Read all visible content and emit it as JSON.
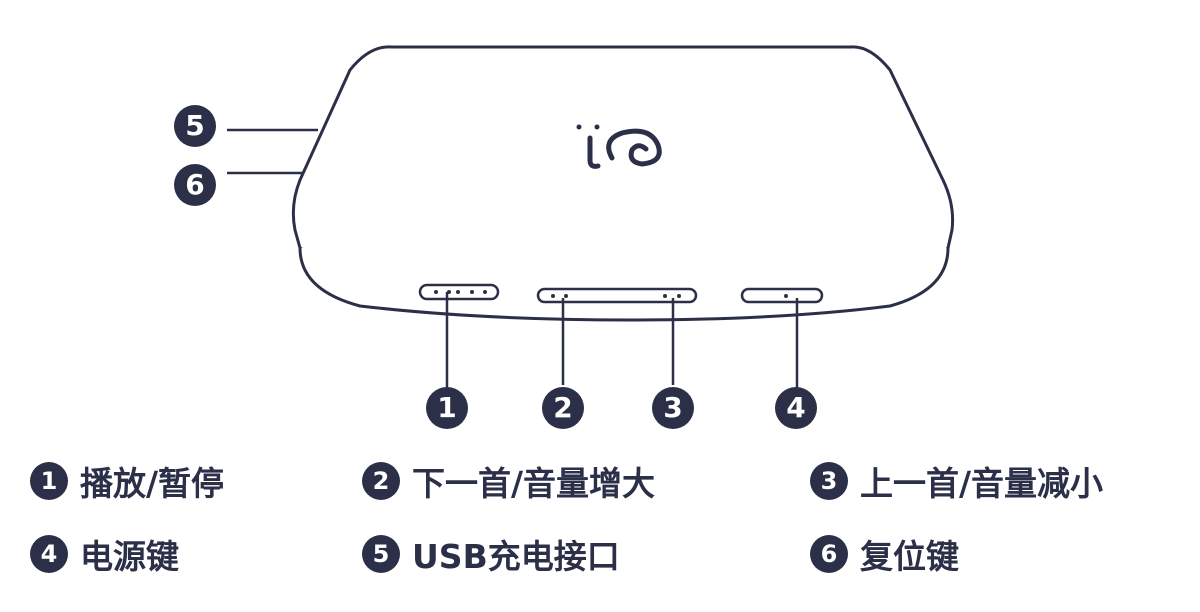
{
  "markers": {
    "m1": "1",
    "m2": "2",
    "m3": "3",
    "m4": "4",
    "m5": "5",
    "m6": "6"
  },
  "legend": [
    {
      "num": "1",
      "text": "播放/暂停"
    },
    {
      "num": "2",
      "text": "下一首/音量增大"
    },
    {
      "num": "3",
      "text": "上一首/音量减小"
    },
    {
      "num": "4",
      "text": "电源键"
    },
    {
      "num": "5",
      "text": "USB充电接口"
    },
    {
      "num": "6",
      "text": "复位键"
    }
  ],
  "colors": {
    "badge": "#2b3048",
    "outline": "#2b3048",
    "text": "#2b3048"
  }
}
